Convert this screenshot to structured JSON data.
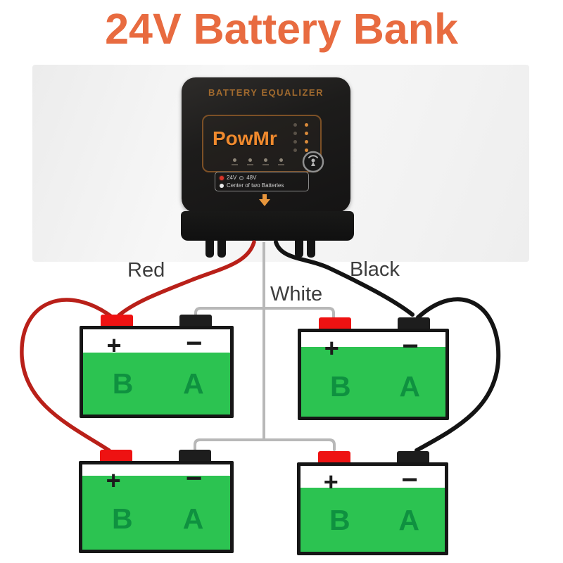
{
  "title": "24V Battery Bank",
  "colors": {
    "title_orange": "#e86b40",
    "battery_green": "#2cc351",
    "battery_letter_green": "#0f9140",
    "positive_terminal_red": "#ee1212",
    "negative_terminal_black": "#1d1d1d",
    "red_wire": "#b92019",
    "black_wire": "#141414",
    "white_wire": "#b8b8b8",
    "device_body_black": "#1d1c1b",
    "device_accent_orange": "#f08a2e"
  },
  "device": {
    "header": "BATTERY EQUALIZER",
    "brand": "PowMr",
    "mode": {
      "option1": "24V",
      "option2": "48V",
      "note": "Center of two Batteries"
    }
  },
  "wires": {
    "red": {
      "label": "Red",
      "color": "#b92019"
    },
    "white": {
      "label": "White",
      "color": "#b8b8b8"
    },
    "black": {
      "label": "Black",
      "color": "#141414"
    }
  },
  "batteries": [
    {
      "position": "top-left",
      "plus": "+",
      "minus": "−",
      "left_cell": "B",
      "right_cell": "A"
    },
    {
      "position": "top-right",
      "plus": "+",
      "minus": "−",
      "left_cell": "B",
      "right_cell": "A"
    },
    {
      "position": "bottom-left",
      "plus": "+",
      "minus": "−",
      "left_cell": "B",
      "right_cell": "A"
    },
    {
      "position": "bottom-right",
      "plus": "+",
      "minus": "−",
      "left_cell": "B",
      "right_cell": "A"
    }
  ]
}
